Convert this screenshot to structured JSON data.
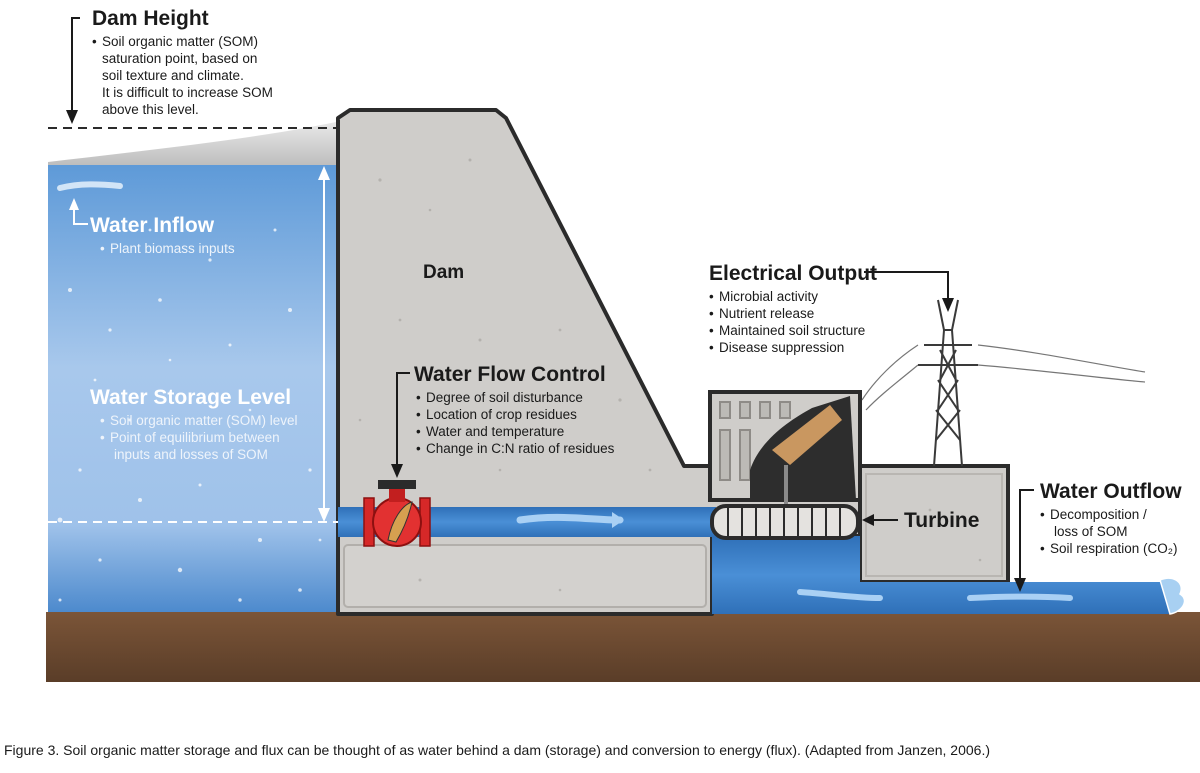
{
  "annotations": {
    "dam_height": {
      "title": "Dam Height",
      "lines": [
        "Soil organic matter (SOM)",
        "saturation point, based on",
        "soil texture and climate.",
        "It is difficult to increase SOM",
        "above this level."
      ]
    },
    "water_inflow": {
      "title": "Water Inflow",
      "bullets": [
        "Plant biomass inputs"
      ]
    },
    "water_storage": {
      "title": "Water Storage Level",
      "bullets": [
        "Soil organic matter (SOM) level",
        "Point of equilibrium between"
      ],
      "continuation": "inputs and losses of SOM"
    },
    "dam": {
      "label": "Dam"
    },
    "water_flow_control": {
      "title": "Water Flow Control",
      "bullets": [
        "Degree of soil disturbance",
        "Location of crop residues",
        "Water and temperature",
        "Change in C:N ratio of residues"
      ]
    },
    "electrical_output": {
      "title": "Electrical Output",
      "bullets": [
        "Microbial activity",
        "Nutrient release",
        "Maintained soil structure",
        "Disease suppression"
      ]
    },
    "turbine": {
      "title": "Turbine"
    },
    "water_outflow": {
      "title": "Water Outflow",
      "bullets": [
        "Decomposition /",
        "Soil respiration (CO₂)"
      ],
      "continuation": "loss of SOM"
    }
  },
  "caption": "Figure 3. Soil organic matter storage and flux can be thought of as water behind a dam (storage) and conversion to energy (flux). (Adapted from Janzen, 2006.)",
  "colors": {
    "water": "#3d7fc6",
    "water_light": "#a9c9ec",
    "concrete": "#cfcdca",
    "concrete_edge": "#2b2b2b",
    "soil": "#6b4a33",
    "valve": "#d62828"
  }
}
